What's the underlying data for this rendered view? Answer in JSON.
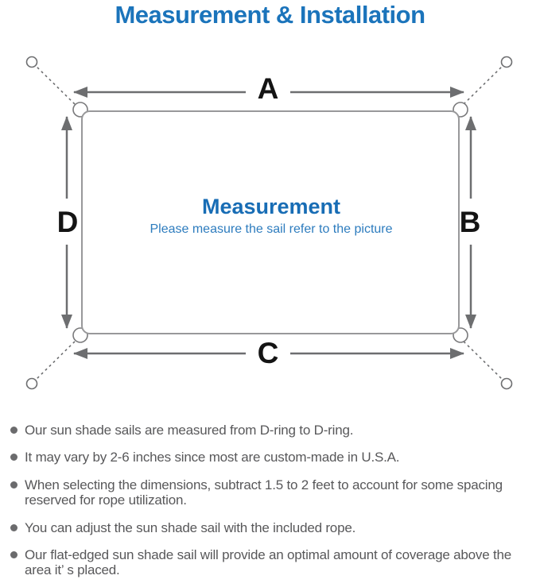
{
  "title": "Measurement & Installation",
  "diagram": {
    "labels": {
      "top": "A",
      "right": "B",
      "bottom": "C",
      "left": "D"
    },
    "center_heading": "Measurement",
    "center_subtitle": "Please measure the sail refer to the picture"
  },
  "notes": [
    "Our sun shade sails are measured from D-ring to D-ring.",
    "It may vary by 2-6 inches since most are custom-made in U.S.A.",
    "When selecting the dimensions, subtract 1.5 to 2 feet to account for some spacing reserved for rope utilization.",
    "You can adjust the sun shade sail with the included rope.",
    "Our flat-edged sun shade sail will provide an optimal amount of coverage above the area it’ s placed."
  ],
  "icons": {
    "bullet_icon": "filled-circle",
    "anchor_ring_icon": "open-circle",
    "arrow_icon": "double-headed-arrow"
  },
  "colors": {
    "title_blue": "#1b74bb",
    "center_heading_blue": "#186db5",
    "subtitle_blue": "#2d7cbe",
    "body_text_gray": "#58585a",
    "line_gray": "#6d6e70",
    "sail_outline_gray": "#98989a",
    "background": "#ffffff"
  }
}
